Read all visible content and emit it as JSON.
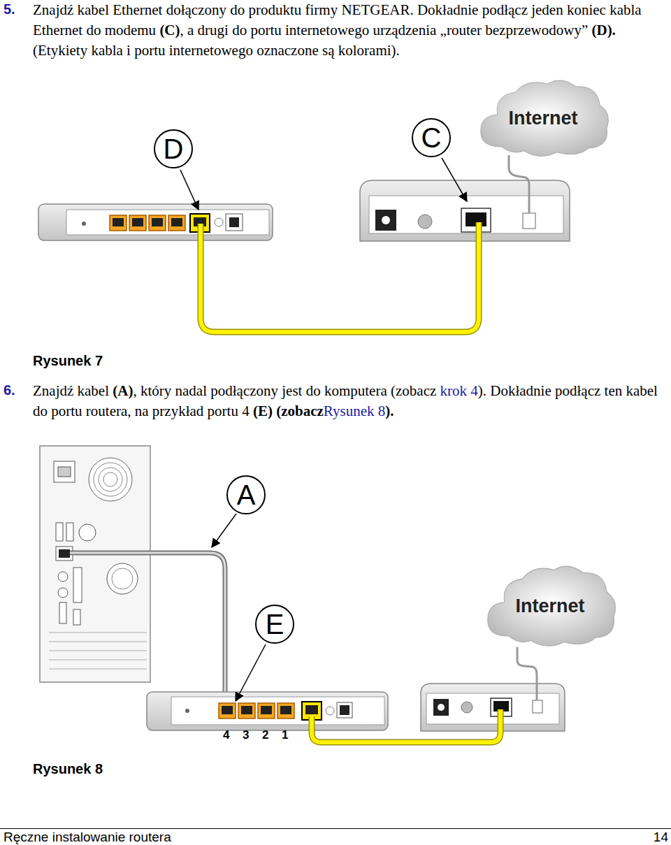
{
  "diagram": {
    "nodes": [
      {
        "text": [
          "D"
        ]
      },
      {
        "text": [
          "C"
        ]
      },
      {
        "text": [
          "Internet"
        ]
      },
      {
        "text": [
          "A"
        ]
      },
      {
        "text": [
          "E"
        ]
      },
      {
        "text": [
          "Internet"
        ]
      }
    ],
    "labels": [
      "5.",
      "Znajdź kabel Ethernet dołączony do produktu firmy NETGEAR. Dokładnie podłącz jeden koniec kabla Ethernet do modemu",
      "(C)",
      ", a drugi do portu internetowego urządzenia „router bezprzewodowy”",
      "(D).",
      "(Etykiety kabla i portu internetowego oznaczone są kolorami).",
      "Rysunek 7",
      "6.",
      "Znajdź kabel",
      "(A)",
      ", który nadal podłączony jest do komputera (zobacz",
      "krok 4",
      "). Dokładnie podłącz ten kabel do portu routera, na przykład portu 4",
      "(E)",
      "(zobacz",
      "Rysunek 8",
      ").",
      "4",
      "3",
      "2",
      "1",
      "Rysunek 8",
      "Ręczne instalowanie routera",
      "14"
    ]
  }
}
